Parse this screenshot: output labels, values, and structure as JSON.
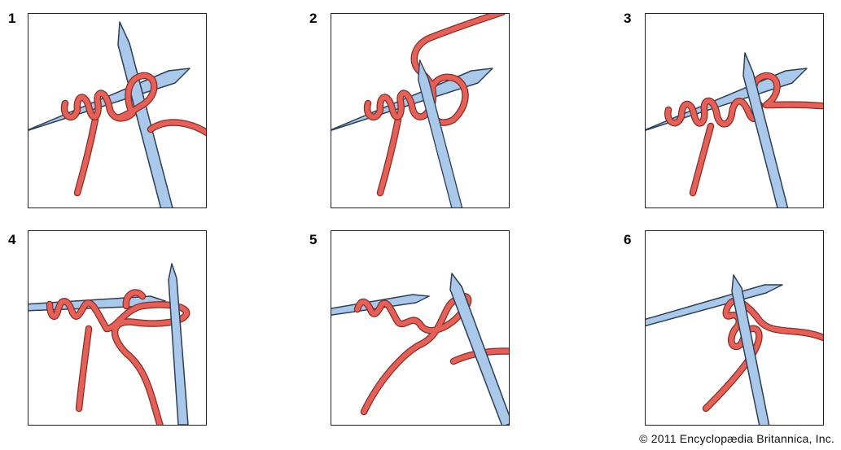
{
  "steps": [
    {
      "number": "1"
    },
    {
      "number": "2"
    },
    {
      "number": "3"
    },
    {
      "number": "4"
    },
    {
      "number": "5"
    },
    {
      "number": "6"
    }
  ],
  "credit": "© 2011 Encyclopædia Britannica, Inc.",
  "colors": {
    "yarn": "#e36158",
    "yarn_outline": "#8a2b25",
    "needle": "#a9c8ea",
    "needle_outline": "#2d3f55",
    "frame": "#222222"
  }
}
